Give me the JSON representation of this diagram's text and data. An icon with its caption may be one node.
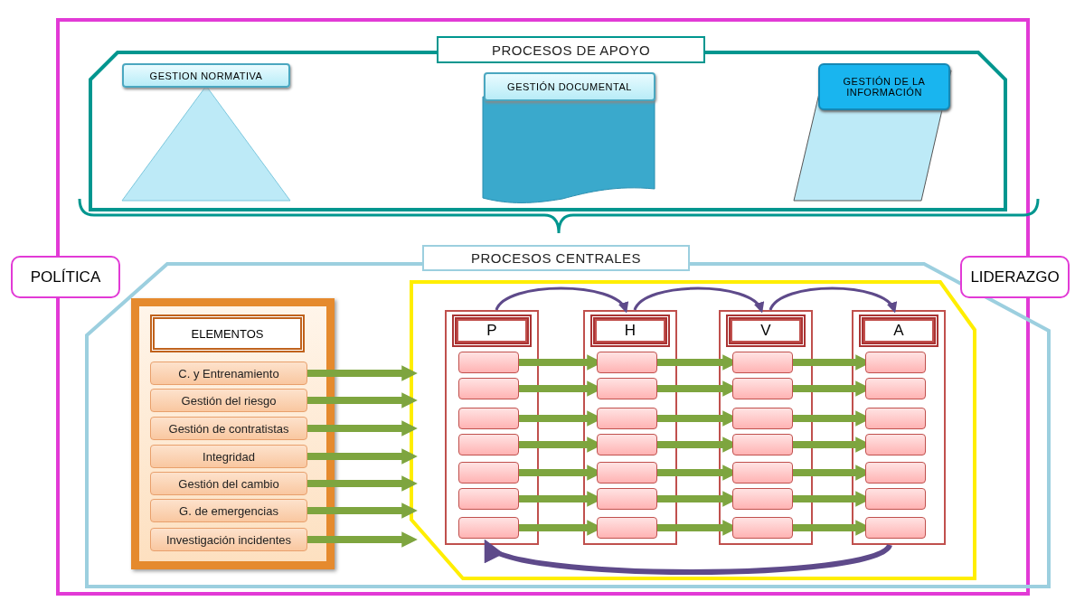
{
  "diagram": {
    "nodes": [
      {
        "text": [
          "PROCESOS DE APOYO"
        ]
      },
      {
        "text": [
          "GESTION NORMATIVA"
        ],
        "in": 0
      },
      {
        "text": [
          "GESTIÓN DOCUMENTAL"
        ],
        "in": 0
      },
      {
        "text": [
          "GESTIÓN DE LA INFORMACIÓN"
        ],
        "in": 0
      },
      {
        "text": [
          "PROCESOS CENTRALES"
        ]
      },
      {
        "text": [
          "ELEMENTOS"
        ],
        "in": 4
      },
      {
        "text": [
          "C. y Entrenamiento"
        ],
        "in": 5
      },
      {
        "text": [
          "Gestión del riesgo"
        ],
        "in": 5
      },
      {
        "text": [
          "Gestión de contratistas"
        ],
        "in": 5
      },
      {
        "text": [
          "Integridad"
        ],
        "in": 5
      },
      {
        "text": [
          "Gestión del cambio"
        ],
        "in": 5
      },
      {
        "text": [
          "G. de emergencias"
        ],
        "in": 5
      },
      {
        "text": [
          "Investigación incidentes"
        ],
        "in": 5
      },
      {
        "text": [],
        "shape": "box",
        "in": 4
      },
      {
        "text": [
          "P"
        ],
        "in": 13
      },
      {
        "text": [],
        "shape": "box",
        "in": 14
      },
      {
        "text": [],
        "shape": "box",
        "in": 14
      },
      {
        "text": [],
        "shape": "box",
        "in": 14
      },
      {
        "text": [],
        "shape": "box",
        "in": 14
      },
      {
        "text": [],
        "shape": "box",
        "in": 14
      },
      {
        "text": [],
        "shape": "box",
        "in": 14
      },
      {
        "text": [],
        "shape": "box",
        "in": 14
      },
      {
        "text": [
          "H"
        ],
        "in": 13
      },
      {
        "text": [],
        "shape": "box",
        "in": 22
      },
      {
        "text": [],
        "shape": "box",
        "in": 22
      },
      {
        "text": [],
        "shape": "box",
        "in": 22
      },
      {
        "text": [],
        "shape": "box",
        "in": 22
      },
      {
        "text": [],
        "shape": "box",
        "in": 22
      },
      {
        "text": [],
        "shape": "box",
        "in": 22
      },
      {
        "text": [],
        "shape": "box",
        "in": 22
      },
      {
        "text": [
          "V"
        ],
        "in": 13
      },
      {
        "text": [],
        "shape": "box",
        "in": 30
      },
      {
        "text": [],
        "shape": "box",
        "in": 30
      },
      {
        "text": [],
        "shape": "box",
        "in": 30
      },
      {
        "text": [],
        "shape": "box",
        "in": 30
      },
      {
        "text": [],
        "shape": "box",
        "in": 30
      },
      {
        "text": [],
        "shape": "box",
        "in": 30
      },
      {
        "text": [],
        "shape": "box",
        "in": 30
      },
      {
        "text": [
          "A"
        ],
        "in": 13
      },
      {
        "text": [],
        "shape": "box",
        "in": 38
      },
      {
        "text": [],
        "shape": "box",
        "in": 38
      },
      {
        "text": [],
        "shape": "box",
        "in": 38
      },
      {
        "text": [],
        "shape": "box",
        "in": 38
      },
      {
        "text": [],
        "shape": "box",
        "in": 38
      },
      {
        "text": [],
        "shape": "box",
        "in": 38
      },
      {
        "text": [],
        "shape": "box",
        "in": 38
      },
      {
        "text": [
          "POLÍTICA"
        ]
      },
      {
        "text": [
          "LIDERAZGO"
        ]
      }
    ],
    "edges": [
      {
        "from": 6,
        "to": 13,
        "arrow": "to"
      },
      {
        "from": 7,
        "to": 13,
        "arrow": "to"
      },
      {
        "from": 8,
        "to": 13,
        "arrow": "to"
      },
      {
        "from": 9,
        "to": 13,
        "arrow": "to"
      },
      {
        "from": 10,
        "to": 13,
        "arrow": "to"
      },
      {
        "from": 11,
        "to": 13,
        "arrow": "to"
      },
      {
        "from": 12,
        "to": 13,
        "arrow": "to"
      },
      {
        "from": 15,
        "to": 23,
        "arrow": "to"
      },
      {
        "from": 16,
        "to": 24,
        "arrow": "to"
      },
      {
        "from": 17,
        "to": 25,
        "arrow": "to"
      },
      {
        "from": 18,
        "to": 26,
        "arrow": "to"
      },
      {
        "from": 19,
        "to": 27,
        "arrow": "to"
      },
      {
        "from": 20,
        "to": 28,
        "arrow": "to"
      },
      {
        "from": 21,
        "to": 29,
        "arrow": "to"
      },
      {
        "from": 23,
        "to": 31,
        "arrow": "to"
      },
      {
        "from": 24,
        "to": 32,
        "arrow": "to"
      },
      {
        "from": 25,
        "to": 33,
        "arrow": "to"
      },
      {
        "from": 26,
        "to": 34,
        "arrow": "to"
      },
      {
        "from": 27,
        "to": 35,
        "arrow": "to"
      },
      {
        "from": 28,
        "to": 36,
        "arrow": "to"
      },
      {
        "from": 29,
        "to": 37,
        "arrow": "to"
      },
      {
        "from": 31,
        "to": 39,
        "arrow": "to"
      },
      {
        "from": 32,
        "to": 40,
        "arrow": "to"
      },
      {
        "from": 33,
        "to": 41,
        "arrow": "to"
      },
      {
        "from": 34,
        "to": 42,
        "arrow": "to"
      },
      {
        "from": 35,
        "to": 43,
        "arrow": "to"
      },
      {
        "from": 36,
        "to": 44,
        "arrow": "to"
      },
      {
        "from": 37,
        "to": 45,
        "arrow": "to"
      },
      {
        "from": 14,
        "to": 22,
        "arrow": "to",
        "color": "#5e4a8a"
      },
      {
        "from": 22,
        "to": 30,
        "arrow": "to",
        "color": "#5e4a8a"
      },
      {
        "from": 30,
        "to": 38,
        "arrow": "to",
        "color": "#5e4a8a"
      },
      {
        "from": 38,
        "to": 14,
        "arrow": "to",
        "color": "#5e4a8a"
      }
    ]
  }
}
